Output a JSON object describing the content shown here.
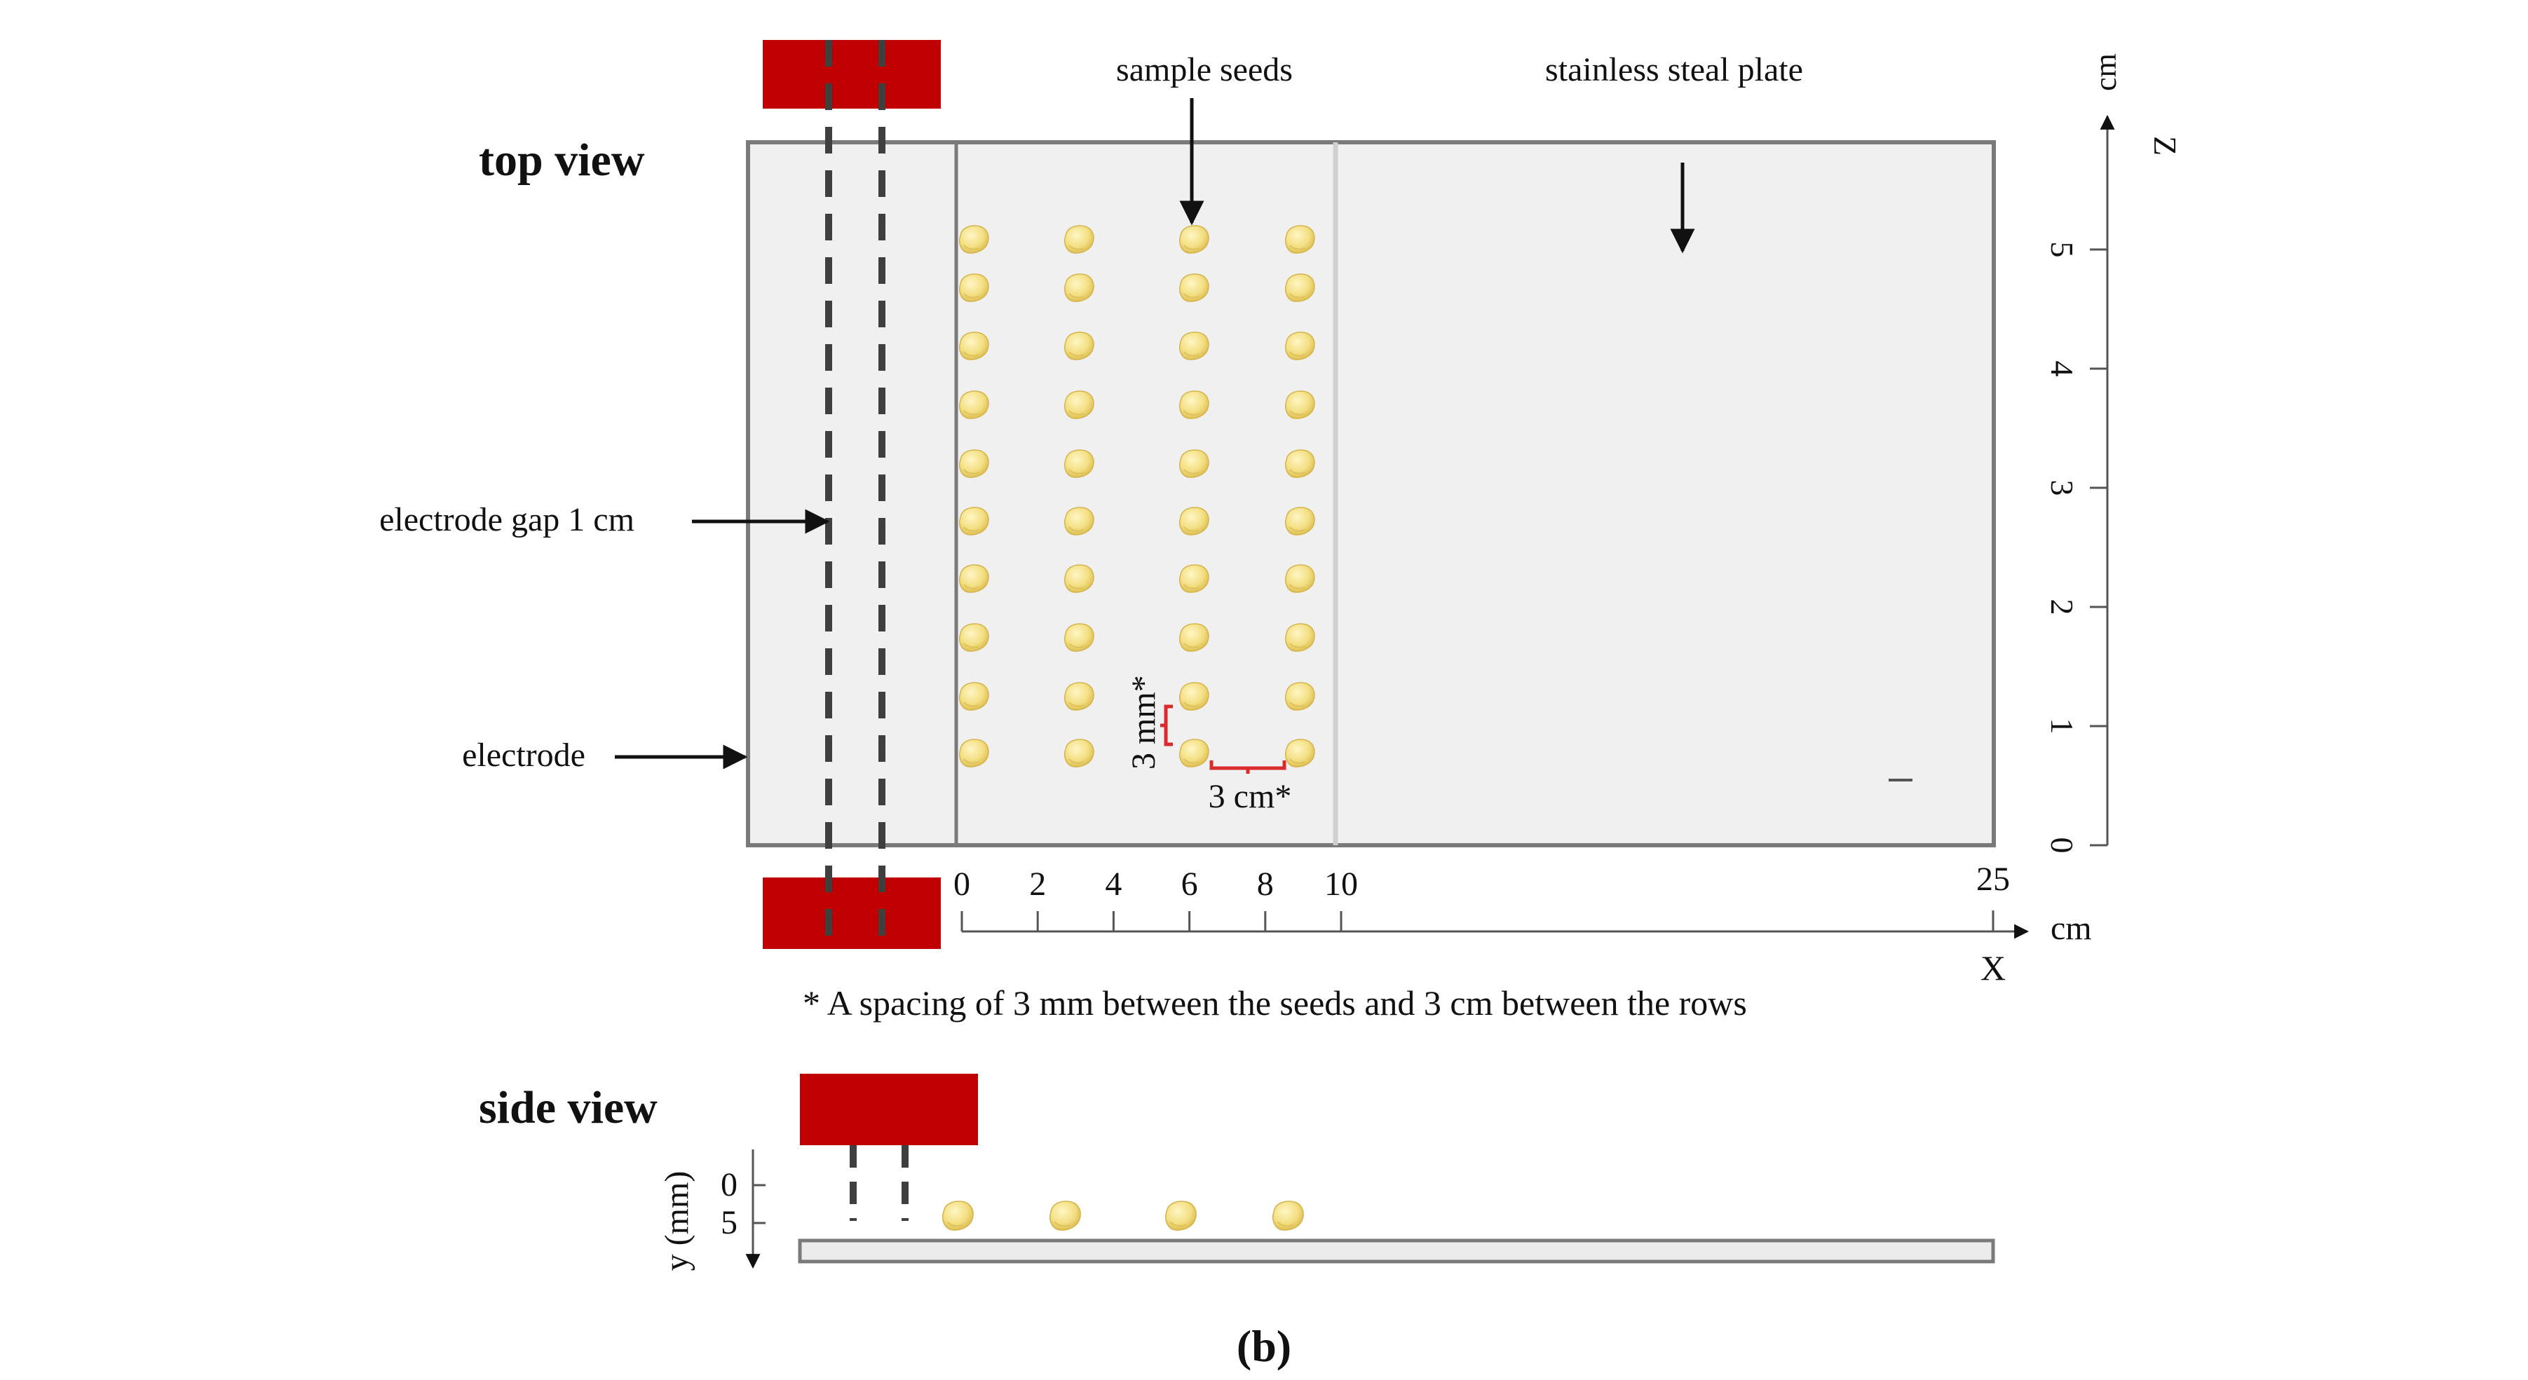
{
  "labels": {
    "top_view": "top view",
    "side_view": "side view",
    "sample_seeds": "sample seeds",
    "plate": "stainless steal plate",
    "electrode_gap": "electrode gap 1 cm",
    "electrode": "electrode",
    "seed_spacing": "3 mm*",
    "row_spacing": "3 cm*",
    "footnote": "* A spacing of 3  mm between the seeds and 3 cm between the rows",
    "panel": "(b)"
  },
  "x_axis": {
    "ticks": [
      "0",
      "2",
      "4",
      "6",
      "8",
      "10"
    ],
    "end_tick": "25",
    "unit": "cm",
    "name": "X"
  },
  "z_axis": {
    "ticks": [
      "0",
      "1",
      "2",
      "3",
      "4",
      "5"
    ],
    "unit": "cm",
    "name": "Z"
  },
  "y_axis": {
    "ticks": [
      "0",
      "5"
    ],
    "label": "y (mm)"
  },
  "colors": {
    "electrode": "#c00000",
    "plate": "#f0f0f0",
    "seed": "#f3df83",
    "seed_dark": "#d9b84a",
    "dim_red": "#d92b2b",
    "dashed": "#3f3f3f",
    "frame": "#7a7a7a"
  },
  "seed_layout": {
    "rows": 4,
    "seeds_per_row": 10
  }
}
